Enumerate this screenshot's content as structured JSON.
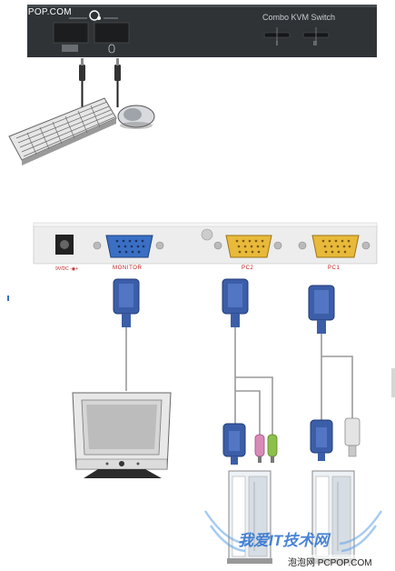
{
  "watermark_top": "网 PCPOP.COM",
  "front_panel": {
    "title": "Combo KVM Switch",
    "port1_label": "I",
    "port2_label": "II"
  },
  "rear_panel": {
    "power_label": "9V/DC",
    "monitor_label": "MONITOR",
    "pc2_label": "PC2",
    "pc1_label": "PC1"
  },
  "watermark_bottom": {
    "logo_text": "我爱IT技术网",
    "site_text": "泡泡网 PCPOP.COM"
  },
  "colors": {
    "panel_dark": "#2f3336",
    "rear_panel": "#ededed",
    "vga_blue": "#3a6fc4",
    "vga_yellow": "#e8b93a",
    "cable_blue": "#3c5ea8",
    "ps2_pink": "#d98bb7",
    "ps2_green": "#8cc04a",
    "watermark_blue": "#2a6fd0"
  }
}
